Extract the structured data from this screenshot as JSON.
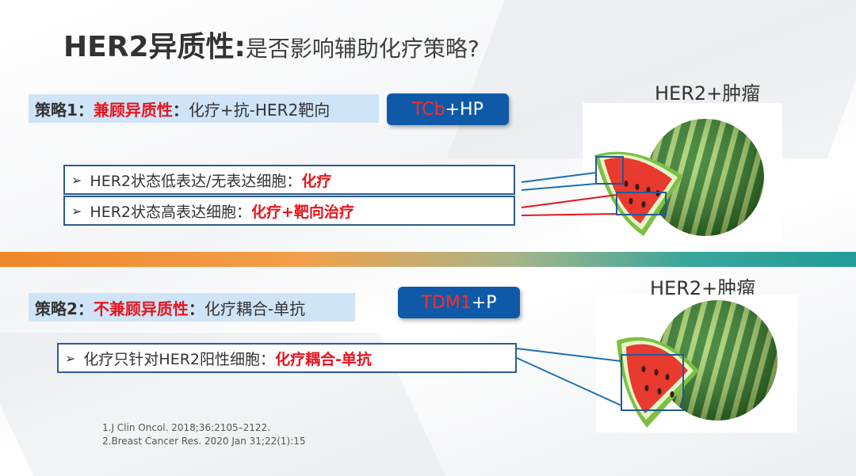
{
  "title": {
    "main": "HER2异质性:",
    "sub": "是否影响辅助化疗策略?"
  },
  "strategy1": {
    "label": "策略1：",
    "key": "兼顾异质性",
    "colon": "：",
    "desc": "化疗+抗-HER2靶向",
    "pill_red": "TCb",
    "pill_white": "+HP",
    "bullets": [
      {
        "text": "HER2状态低表达/无表达细胞：",
        "highlight": "化疗"
      },
      {
        "text": "HER2状态高表达细胞：",
        "highlight": "化疗+靶向治疗"
      }
    ],
    "image_label": "HER2+肿瘤"
  },
  "strategy2": {
    "label": "策略2：",
    "key": "不兼顾异质性",
    "colon": "：",
    "desc": "化疗耦合-单抗",
    "pill_red": "TDM1",
    "pill_white": "+P",
    "bullets": [
      {
        "text": "化疗只针对HER2阳性细胞：",
        "highlight": "化疗耦合-单抗"
      }
    ],
    "image_label": "HER2+肿瘤"
  },
  "references": [
    "1.J Clin Oncol. 2018;36:2105–2122.",
    "2.Breast Cancer Res. 2020 Jan 31;22(1):15"
  ],
  "colors": {
    "accent_red": "#e8141c",
    "pill_blue": "#0f5aa8",
    "strategy_bg": "#cfe4f7",
    "box_border": "#2b5c8f"
  }
}
